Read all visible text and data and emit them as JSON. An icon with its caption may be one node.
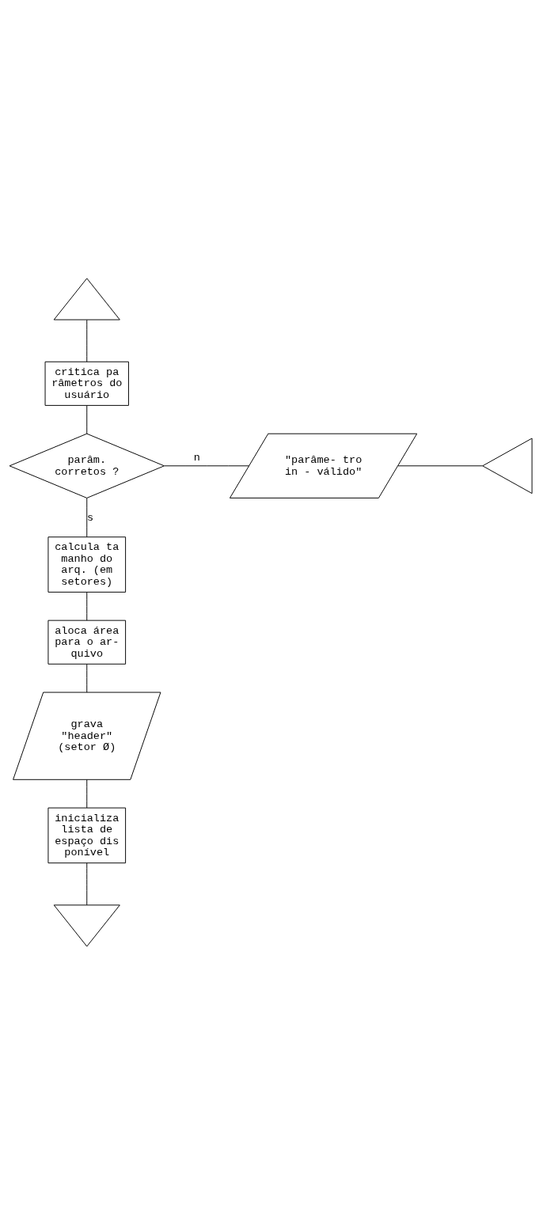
{
  "diagram": {
    "nodes": [
      {
        "text": [],
        "shape": "triangle"
      },
      {
        "text": [
          "critica pa râmetros do usuário"
        ]
      },
      {
        "text": [
          "parâm. corretos ?"
        ]
      },
      {
        "text": [
          "\"parâme- tro in - válido\""
        ]
      },
      {
        "text": [],
        "shape": "triangle"
      },
      {
        "text": [
          "calcula ta manho do arq. (em setores)"
        ]
      },
      {
        "text": [
          "aloca área para o ar- quivo"
        ]
      },
      {
        "text": [
          "grava \"header\" (setor Ø)"
        ]
      },
      {
        "text": [
          "inicializa lista de espaço dis ponível"
        ]
      },
      {
        "text": [],
        "shape": "triangle"
      }
    ],
    "edges": [
      {
        "from": 0,
        "to": 1,
        "arrow": "none"
      },
      {
        "from": 1,
        "to": 2,
        "arrow": "none"
      },
      {
        "from": 2,
        "to": 3,
        "arrow": "none",
        "label": "n"
      },
      {
        "from": 3,
        "to": 4,
        "arrow": "none"
      },
      {
        "from": 2,
        "to": 5,
        "arrow": "none",
        "label": "s"
      },
      {
        "from": 5,
        "to": 6,
        "arrow": "none"
      },
      {
        "from": 6,
        "to": 7,
        "arrow": "none"
      },
      {
        "from": 7,
        "to": 8,
        "arrow": "none"
      },
      {
        "from": 8,
        "to": 9,
        "arrow": "none"
      }
    ]
  }
}
